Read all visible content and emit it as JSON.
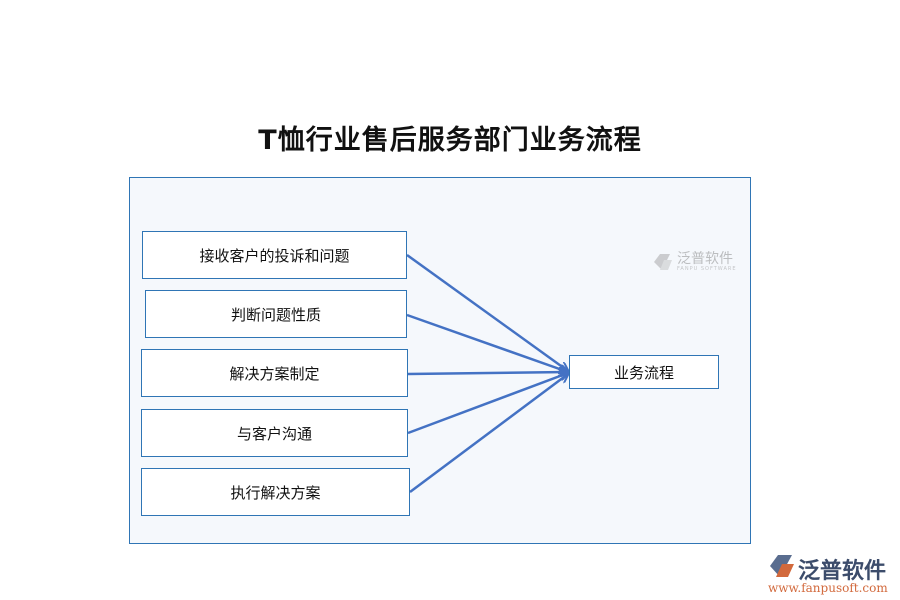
{
  "title": "T恤行业售后服务部门业务流程",
  "steps": [
    {
      "label": "接收客户的投诉和问题"
    },
    {
      "label": "判断问题性质"
    },
    {
      "label": "解决方案制定"
    },
    {
      "label": "与客户沟通"
    },
    {
      "label": "执行解决方案"
    }
  ],
  "target": {
    "label": "业务流程"
  },
  "watermark": {
    "name": "泛普软件",
    "sub": "FANPU SOFTWARE"
  },
  "logo": {
    "name": "泛普软件",
    "url": "www.fanpusoft.com"
  },
  "colors": {
    "border": "#2f75b5",
    "arrow": "#4472c4",
    "panel": "#f5f8fc"
  }
}
